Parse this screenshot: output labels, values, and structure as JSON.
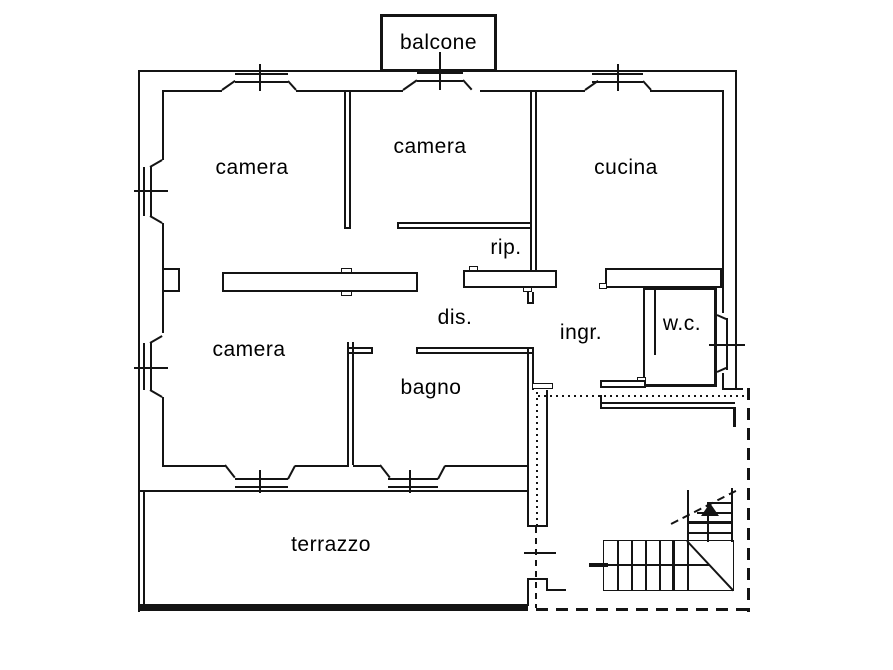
{
  "colors": {
    "line": "#141414",
    "background": "#ffffff"
  },
  "rooms": [
    {
      "id": "balcone",
      "label": "balcone"
    },
    {
      "id": "camera-nw",
      "label": "camera"
    },
    {
      "id": "camera-n",
      "label": "camera"
    },
    {
      "id": "cucina",
      "label": "cucina"
    },
    {
      "id": "rip",
      "label": "rip."
    },
    {
      "id": "dis",
      "label": "dis."
    },
    {
      "id": "ingr",
      "label": "ingr."
    },
    {
      "id": "wc",
      "label": "w.c."
    },
    {
      "id": "camera-sw",
      "label": "camera"
    },
    {
      "id": "bagno",
      "label": "bagno"
    },
    {
      "id": "terrazzo",
      "label": "terrazzo"
    }
  ]
}
